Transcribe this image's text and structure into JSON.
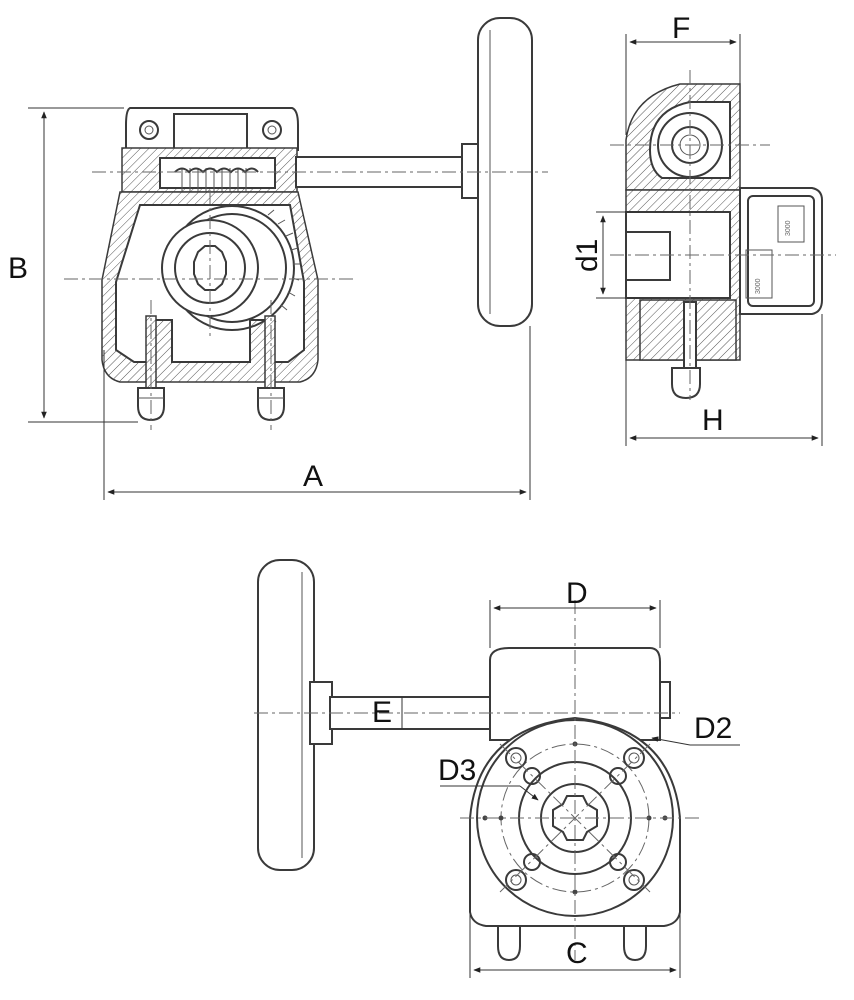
{
  "dimensions": {
    "A": "A",
    "B": "B",
    "C": "C",
    "D": "D",
    "E": "E",
    "F": "F",
    "H": "H",
    "d1": "d1",
    "D2": "D2",
    "D3": "D3"
  }
}
